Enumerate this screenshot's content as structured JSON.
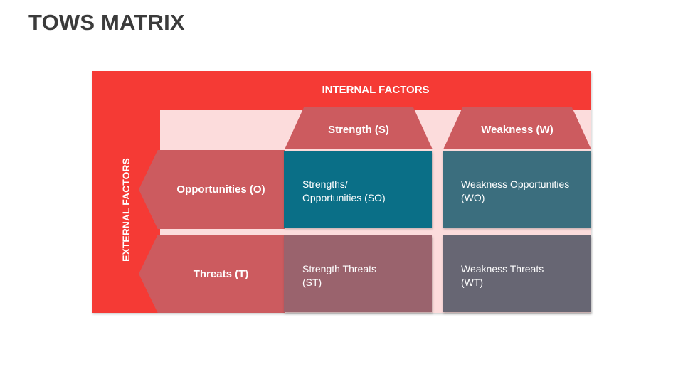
{
  "title": "TOWS MATRIX",
  "internal_factors": "INTERNAL FACTORS",
  "external_factors": "EXTERNAL FACTORS",
  "columns": [
    {
      "label": "Strength (S)"
    },
    {
      "label": "Weakness (W)"
    }
  ],
  "rows": [
    {
      "label": "Opportunities (O)"
    },
    {
      "label": "Threats (T)"
    }
  ],
  "cells": {
    "so": {
      "line1": "Strengths/",
      "line2": "Opportunities (SO)"
    },
    "wo": {
      "line1": "Weakness Opportunities",
      "line2": "(WO)"
    },
    "st": {
      "line1": "Strength Threats",
      "line2": "(ST)"
    },
    "wt": {
      "line1": "Weakness Threats",
      "line2": "(WT)"
    }
  },
  "colors": {
    "frame": "#f53a35",
    "inner_background": "#fcdcdc",
    "header": "#cc5b5f",
    "so": "#0a6f87",
    "wo": "#3b6e7e",
    "st": "#9a636d",
    "wt": "#676673"
  }
}
